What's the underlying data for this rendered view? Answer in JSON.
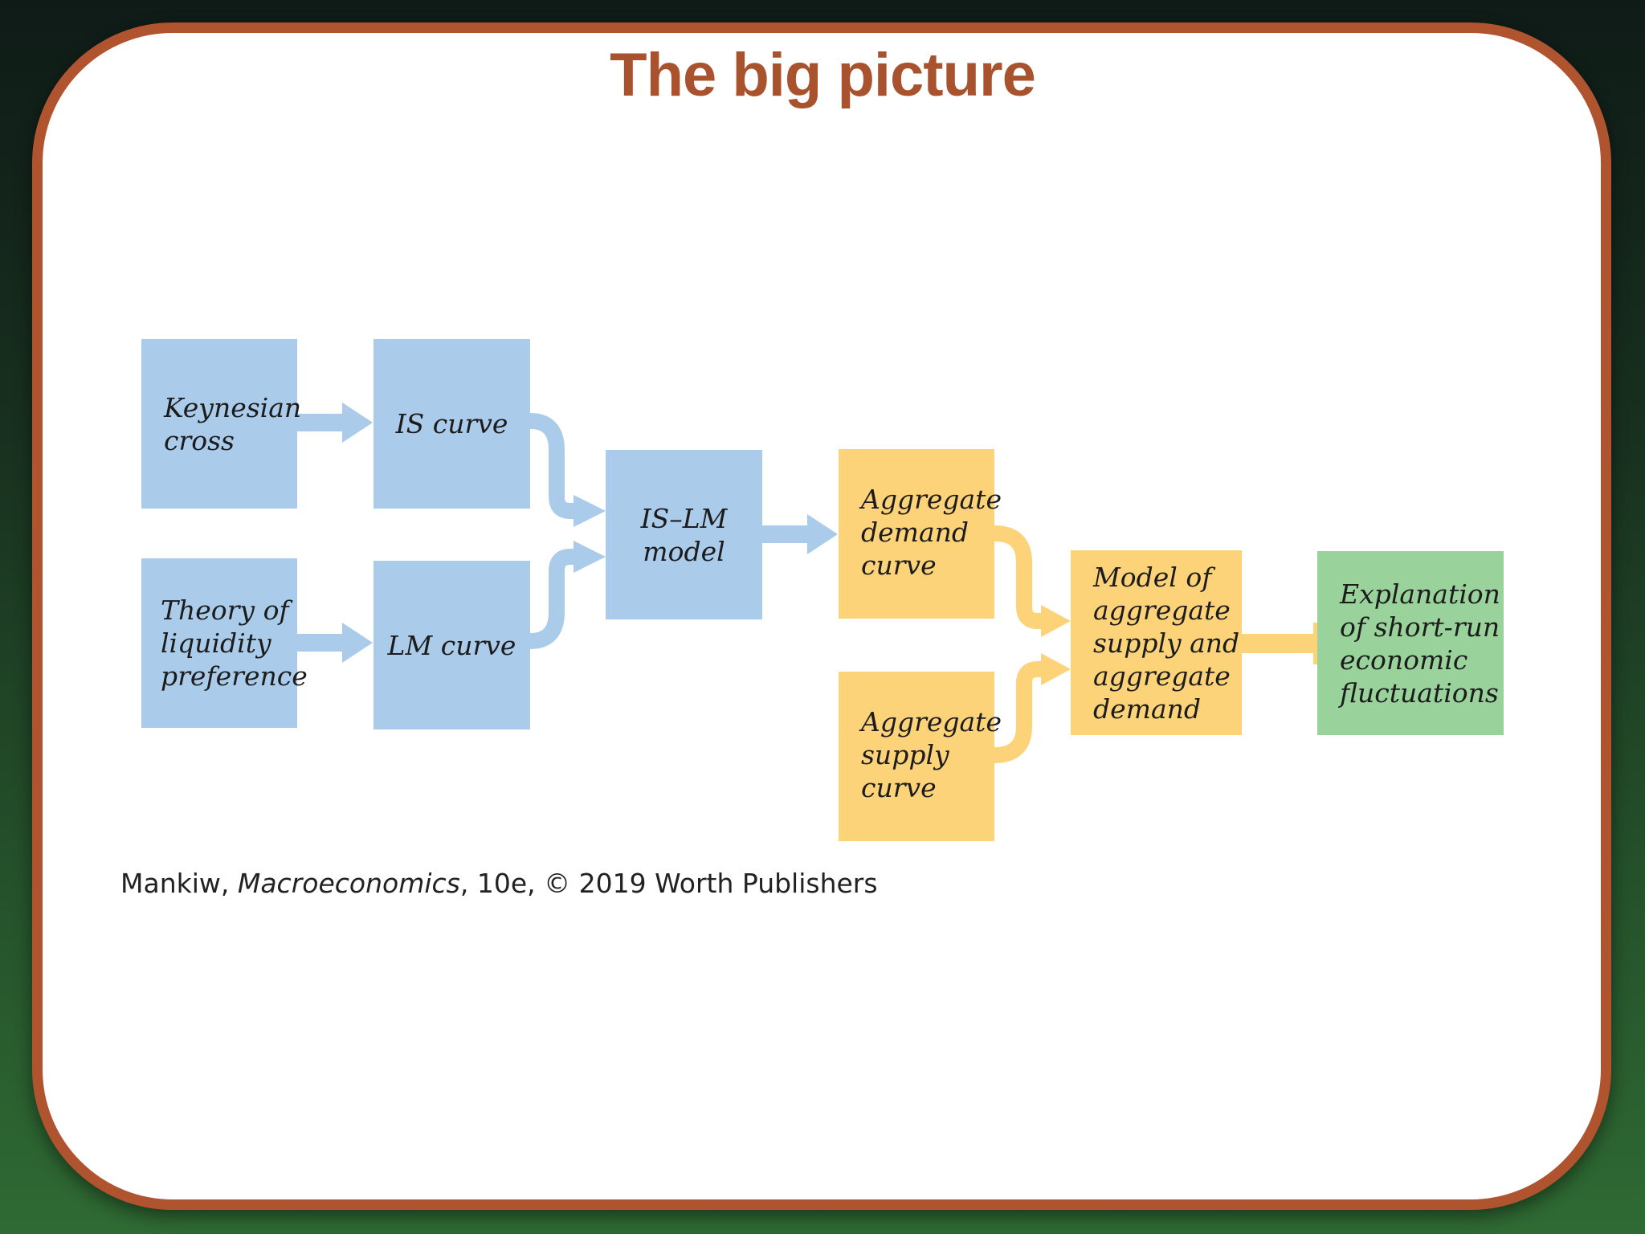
{
  "title": "The big picture",
  "nodes": {
    "keynesian_cross": "Keynesian\ncross",
    "theory_liquidity": "Theory of\nliquidity\npreference",
    "is_curve": "IS curve",
    "lm_curve": "LM curve",
    "is_lm": "IS–LM\nmodel",
    "ad_curve": "Aggregate\ndemand\ncurve",
    "as_curve": "Aggregate\nsupply\ncurve",
    "as_ad_model": "Model of\naggregate\nsupply and\naggregate\ndemand",
    "explanation": "Explanation\nof short-run\neconomic\nfluctuations"
  },
  "credit": {
    "author": "Mankiw, ",
    "book": "Macroeconomics",
    "rest": ", 10e, © 2019 Worth Publishers"
  },
  "colors": {
    "blue_box": "#abcbea",
    "yellow_box": "#fdd37a",
    "green_box": "#99d39b",
    "frame": "#b0532f",
    "title": "#a9522e"
  }
}
